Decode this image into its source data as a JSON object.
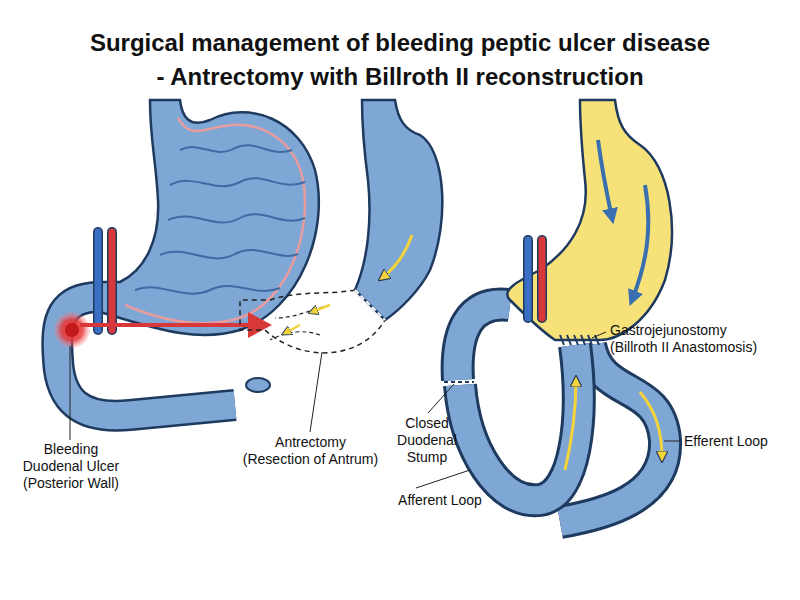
{
  "diagram": {
    "title": "Surgical management of bleeding peptic ulcer disease - Antrectomy with Billroth II reconstruction",
    "labels": [
      "Bleeding Duodenal Ulcer (Posterior Wall)",
      "Antrectomy (Resection of Antrum)",
      "Gastrojejunostomy (Billroth II Anastomosis)",
      "Closed Duodenal Stump",
      "Efferent Loop",
      "Afferent Loop"
    ]
  }
}
